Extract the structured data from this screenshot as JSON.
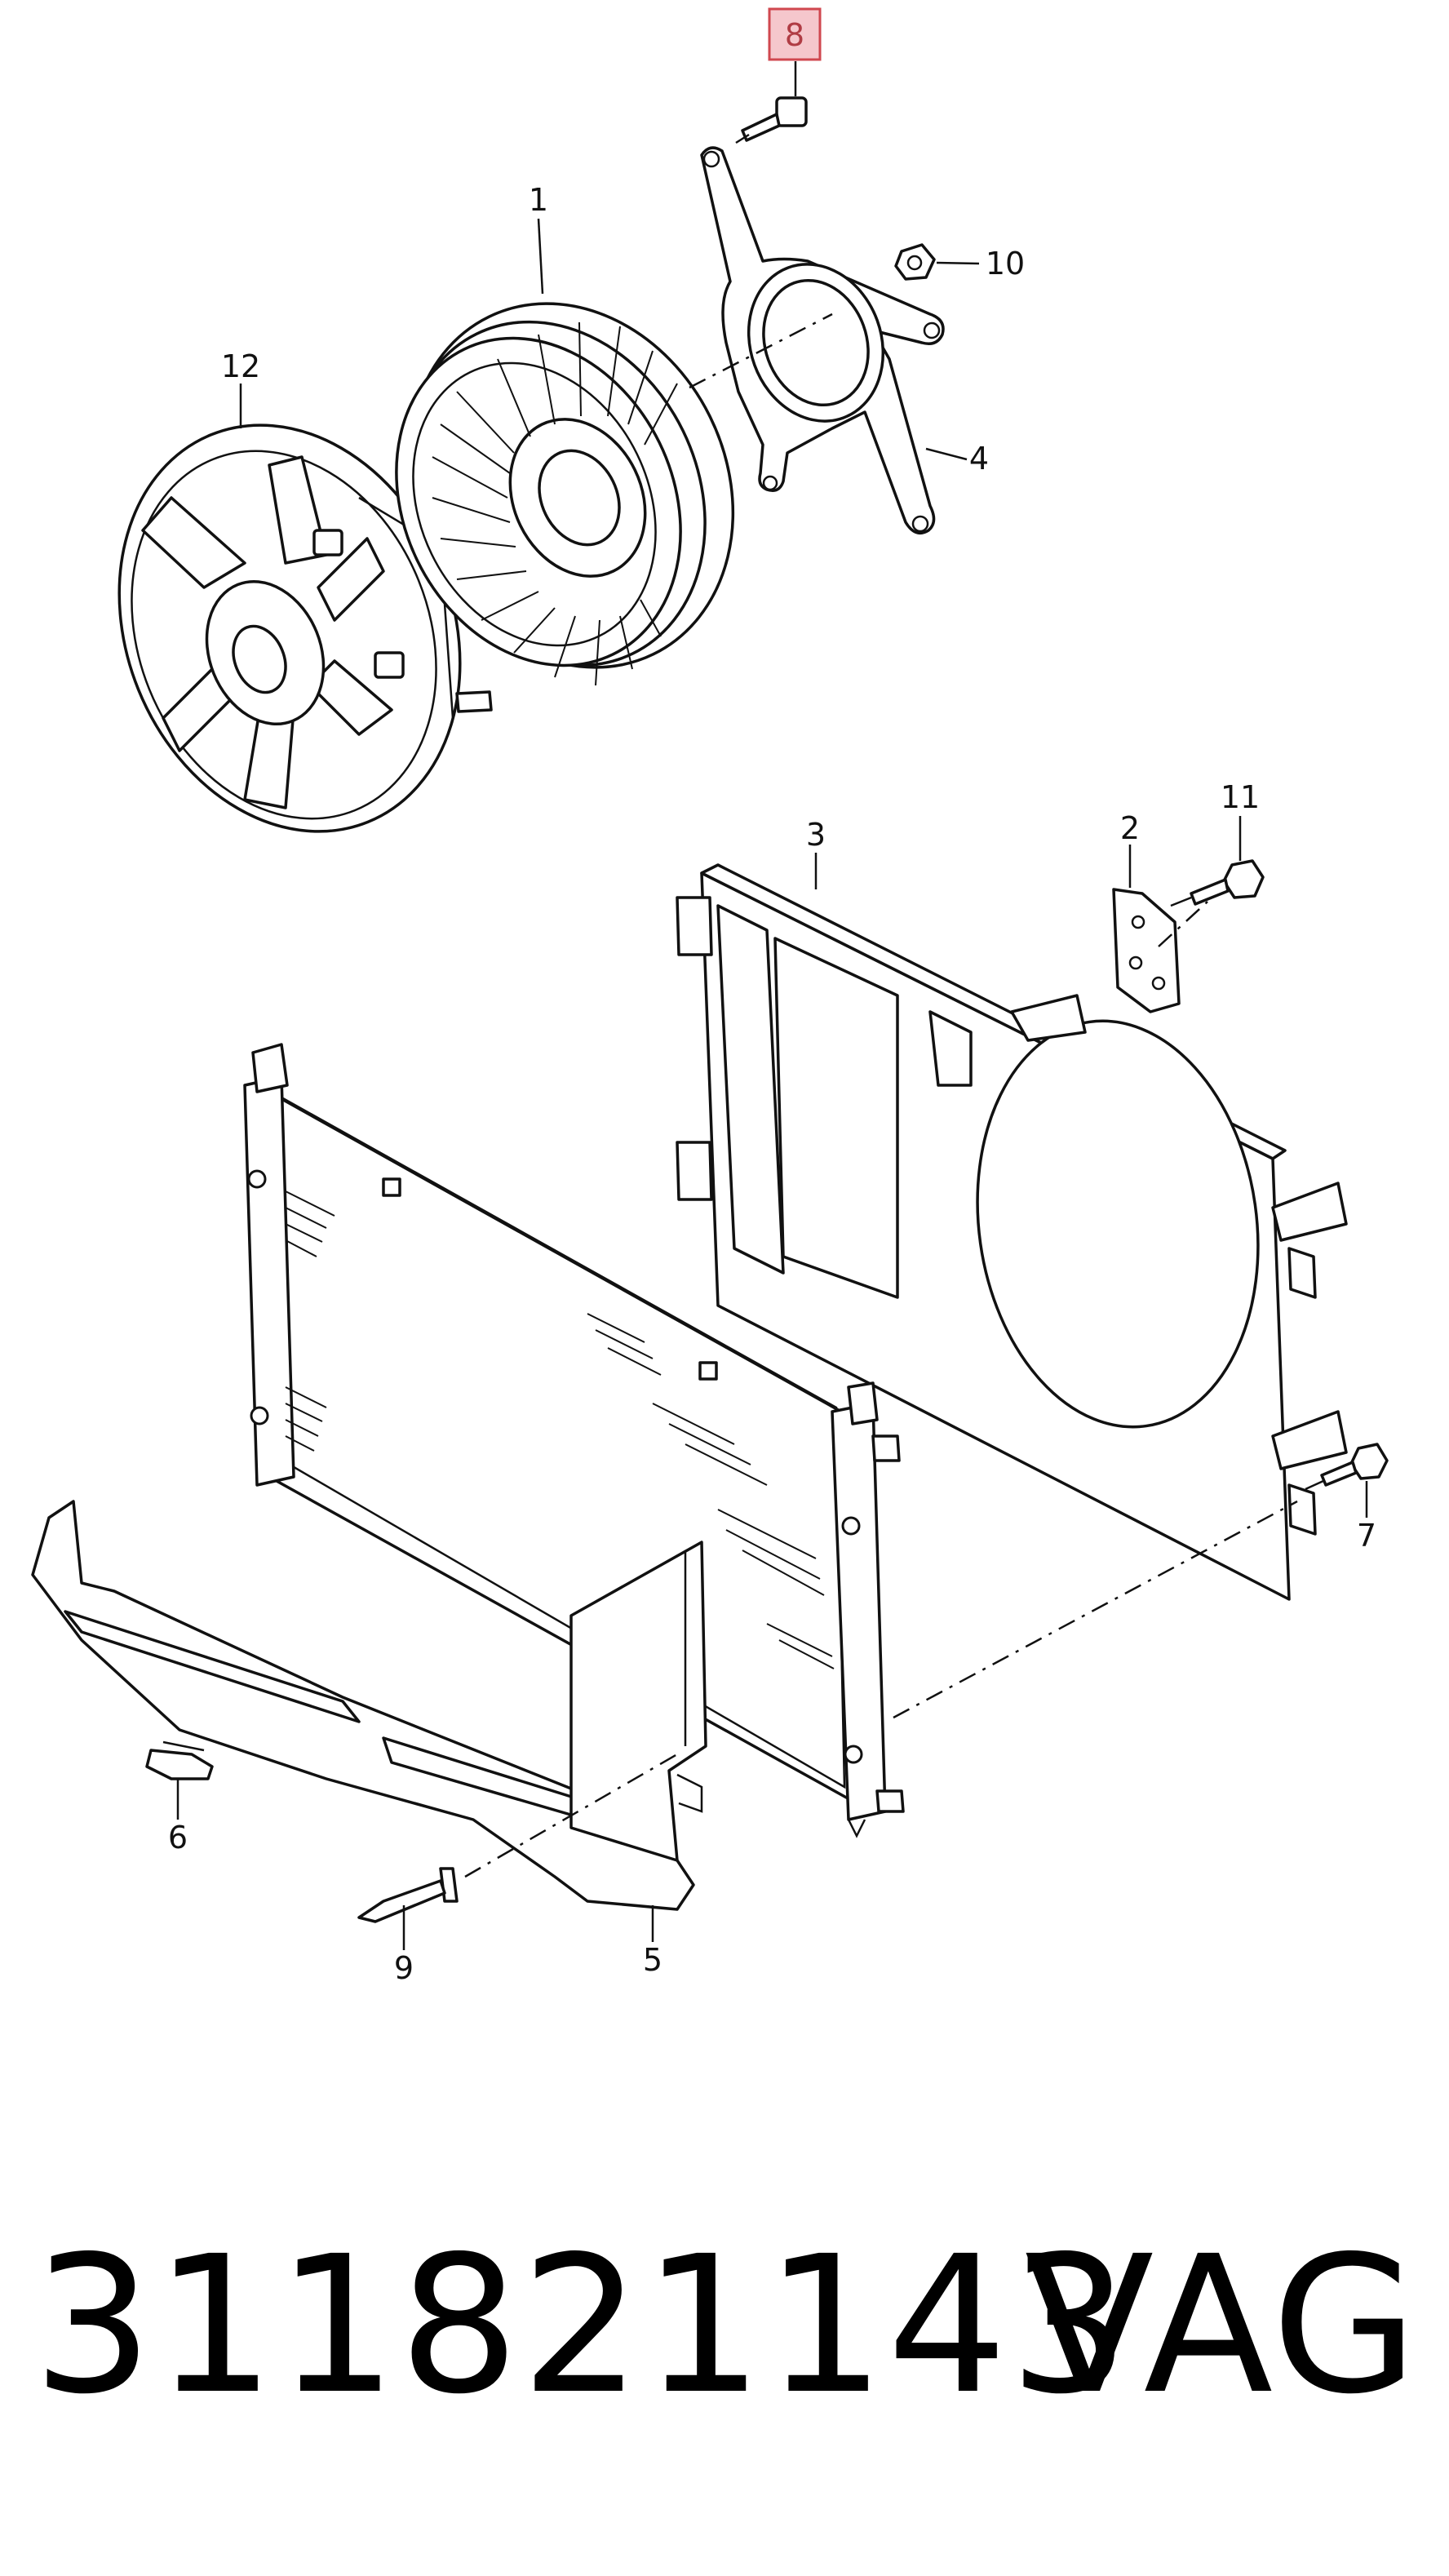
{
  "diagram": {
    "highlighted_callout": "8",
    "callouts": [
      "1",
      "2",
      "3",
      "4",
      "5",
      "6",
      "7",
      "9",
      "10",
      "11",
      "12"
    ],
    "highlight_color": "#f5c7cc",
    "highlight_border": "#d0474f"
  },
  "footer": {
    "part_number": "311821143",
    "brand": "VAG"
  }
}
